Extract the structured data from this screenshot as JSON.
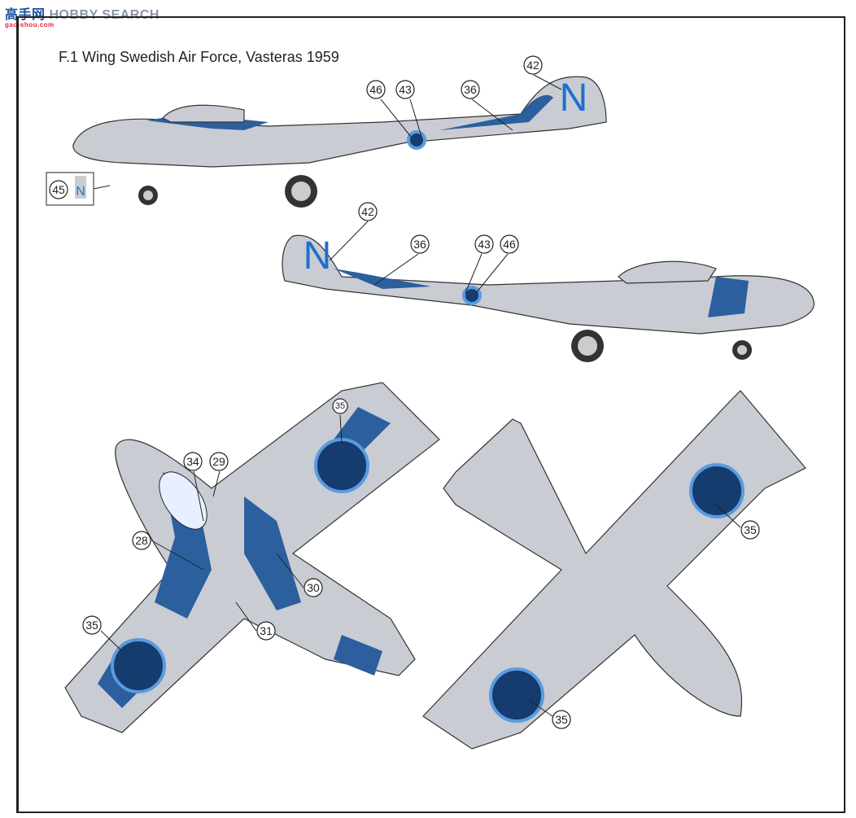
{
  "watermark": {
    "brand": "HOBBY SEARCH",
    "cn_logo": "高手网",
    "site": "gao-shou.com"
  },
  "title": "F.1 Wing Swedish Air Force, Vasteras 1959",
  "colors": {
    "camouflage_grey": "#c9ccd3",
    "camouflage_blue": "#2c5f9e",
    "roundel_dark": "#163b6e",
    "roundel_ring": "#5a9be0",
    "code_letter": "#1f6fd0"
  },
  "code_letter": "N",
  "callouts": {
    "side_left": [
      "42",
      "46",
      "43",
      "36",
      "45"
    ],
    "side_right": [
      "42",
      "36",
      "43",
      "46"
    ],
    "top": [
      "35",
      "34",
      "29",
      "28",
      "30",
      "31",
      "35"
    ],
    "bottom": [
      "35",
      "35"
    ]
  }
}
